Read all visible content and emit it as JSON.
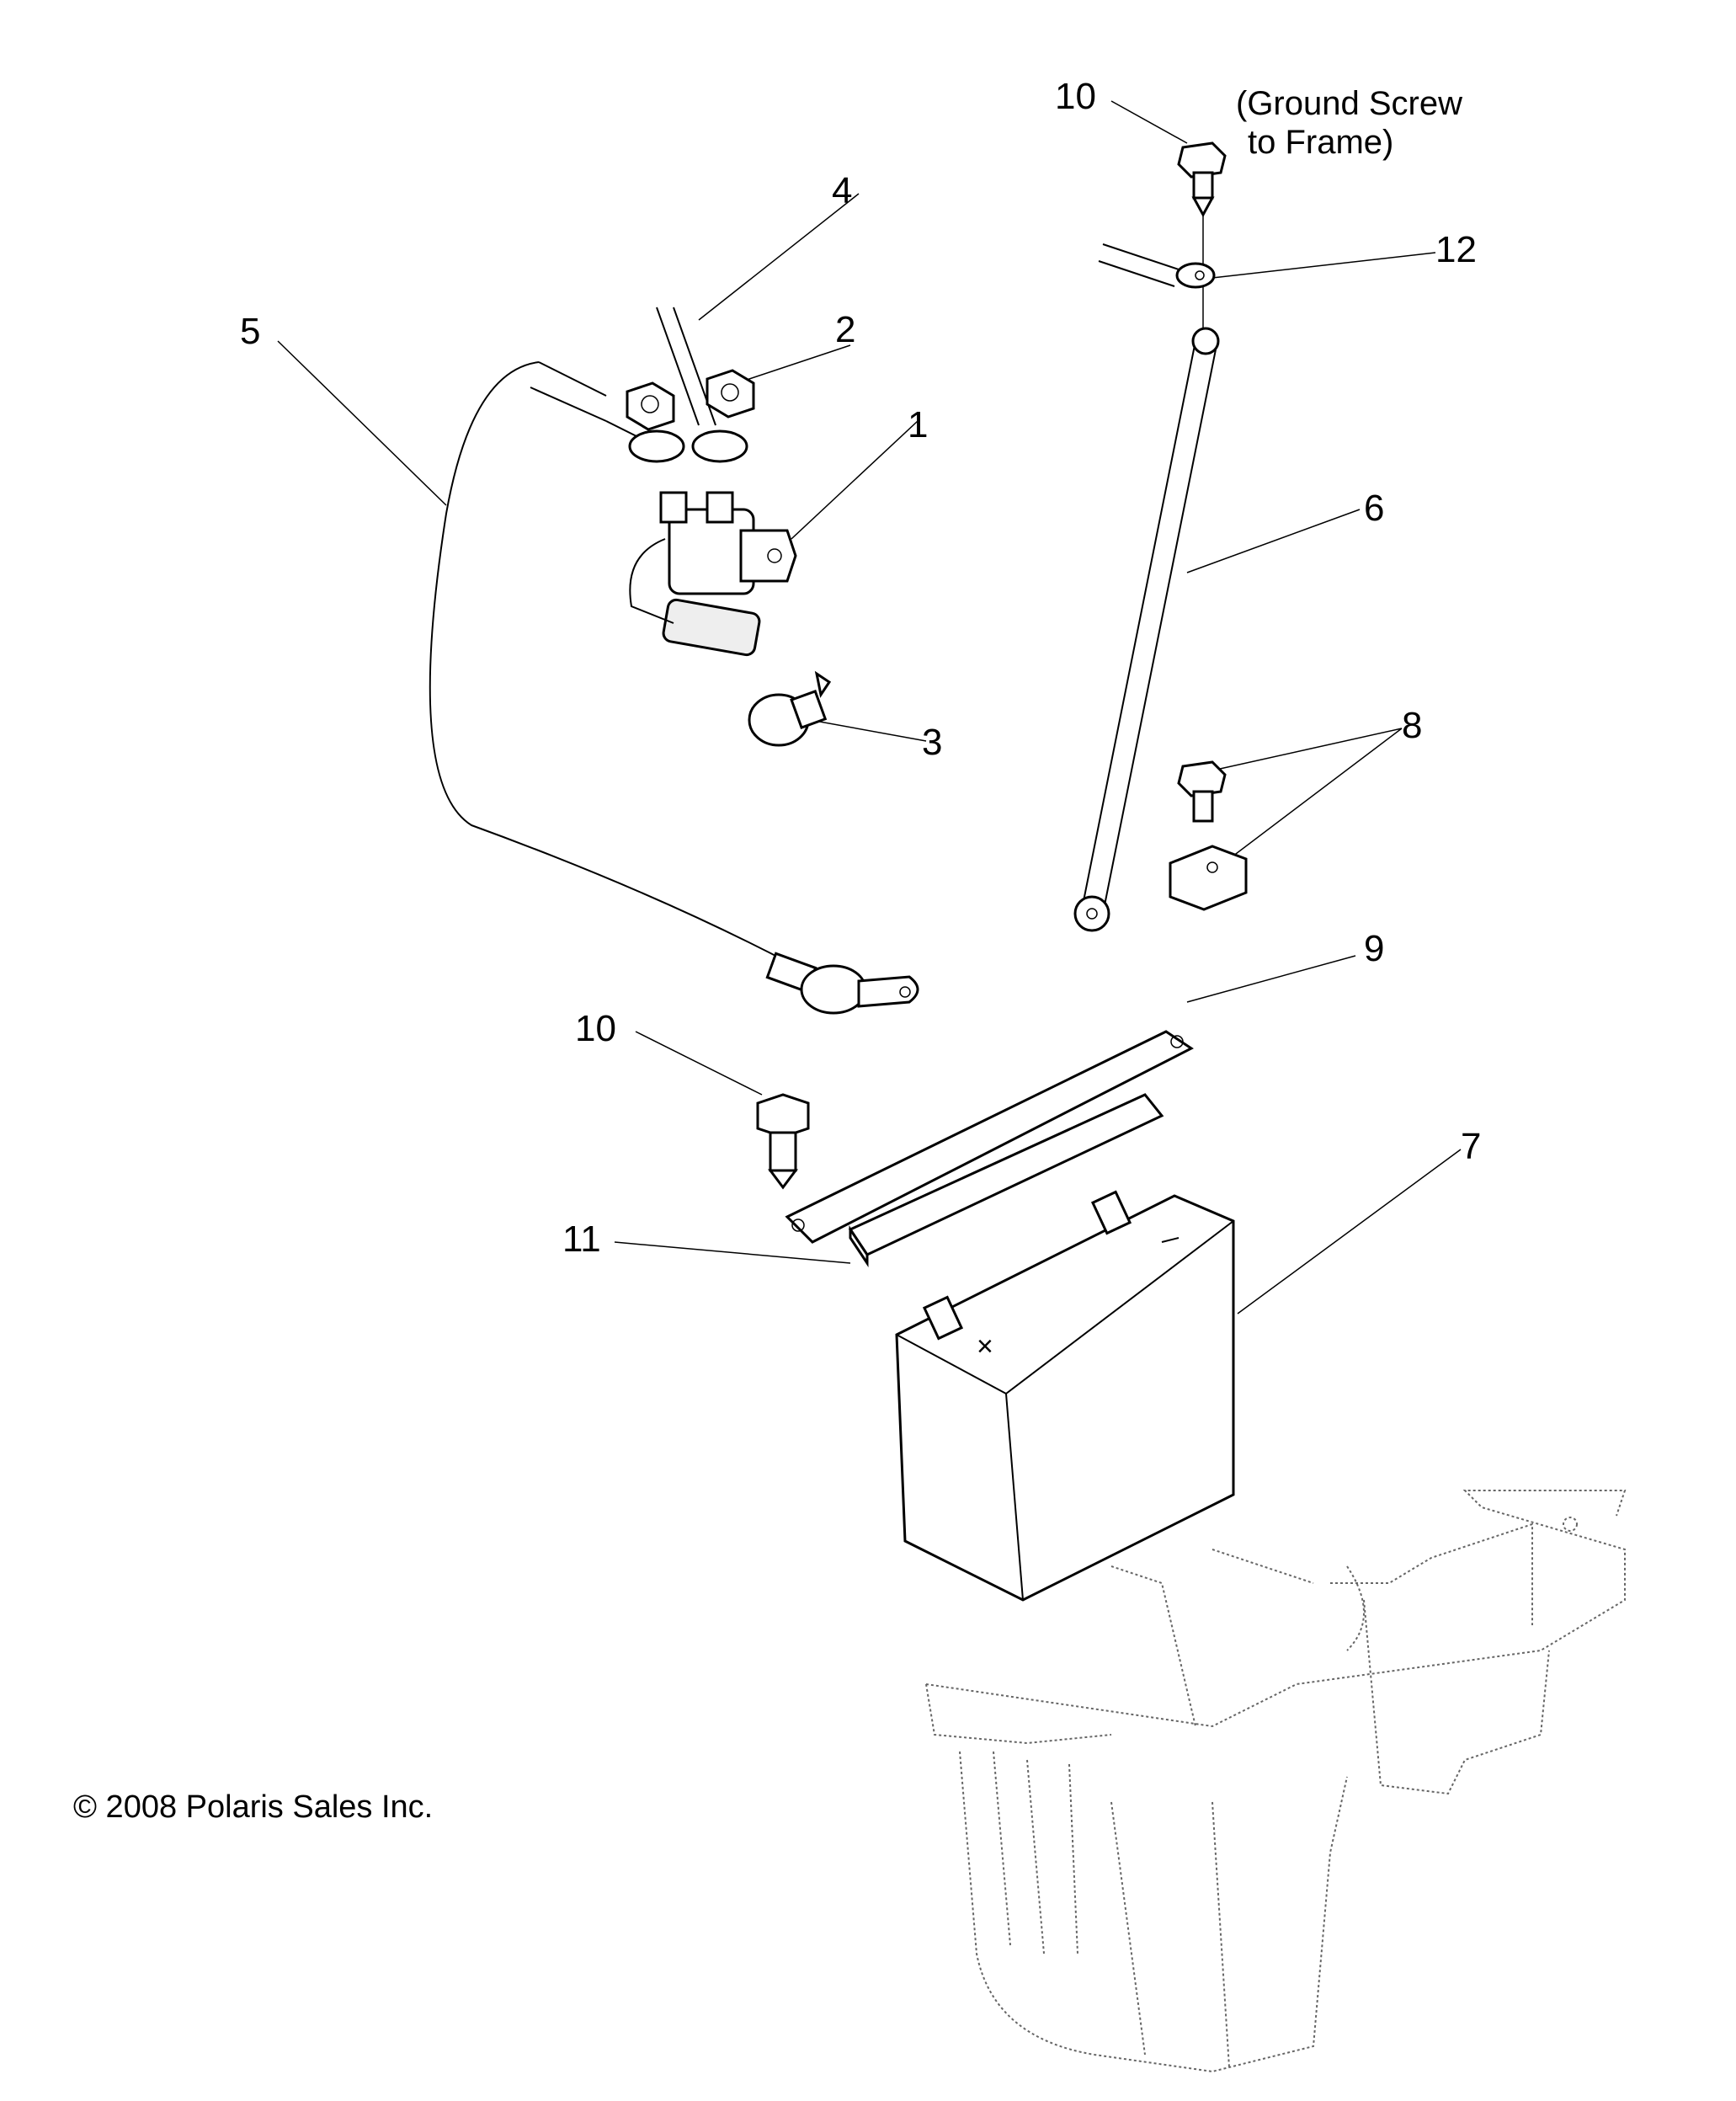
{
  "callouts": {
    "c1": "1",
    "c2": "2",
    "c3": "3",
    "c4": "4",
    "c5": "5",
    "c6": "6",
    "c7": "7",
    "c8": "8",
    "c9": "9",
    "c10_top": "10",
    "c10_lower": "10",
    "c11": "11",
    "c12": "12"
  },
  "notes": {
    "ground_line1": "(Ground Screw",
    "ground_line2": "to Frame)"
  },
  "copyright": "© 2008 Polaris Sales Inc."
}
